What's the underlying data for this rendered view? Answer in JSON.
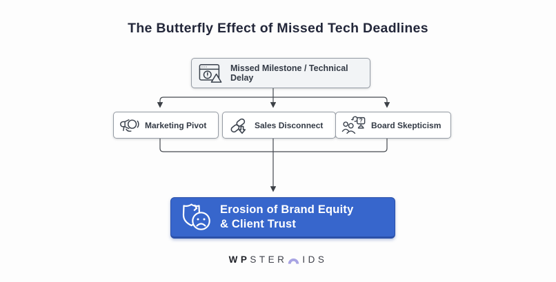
{
  "title": "The Butterfly Effect of Missed Tech Deadlines",
  "nodes": {
    "root": {
      "label": "Missed Milestone / Technical Delay",
      "icon": "browser-alert-icon"
    },
    "children": [
      {
        "label": "Marketing Pivot",
        "icon": "megaphone-icon"
      },
      {
        "label": "Sales Disconnect",
        "icon": "broken-link-down-icon"
      },
      {
        "label": "Board Skepticism",
        "icon": "board-question-icon"
      }
    ],
    "outcome": {
      "label_line1": "Erosion of Brand Equity",
      "label_line2": "& Client Trust",
      "icon": "shield-sad-icon",
      "question_mark": "?"
    }
  },
  "footer": {
    "brand_prefix": "WP",
    "brand_mid": "STER",
    "brand_suffix": "IDS",
    "logo_icon": "arch-icon"
  },
  "colors": {
    "background": "#fdfdfd",
    "accent_blue": "#3766cc",
    "accent_blue_border": "#2b50a8",
    "box_border_gray": "#959ba4",
    "root_box_fill": "#f2f4f6",
    "connector_line": "#45494f",
    "title_text": "#23273a",
    "label_text": "#333a45",
    "logo_arch": "#a8a4e3"
  }
}
